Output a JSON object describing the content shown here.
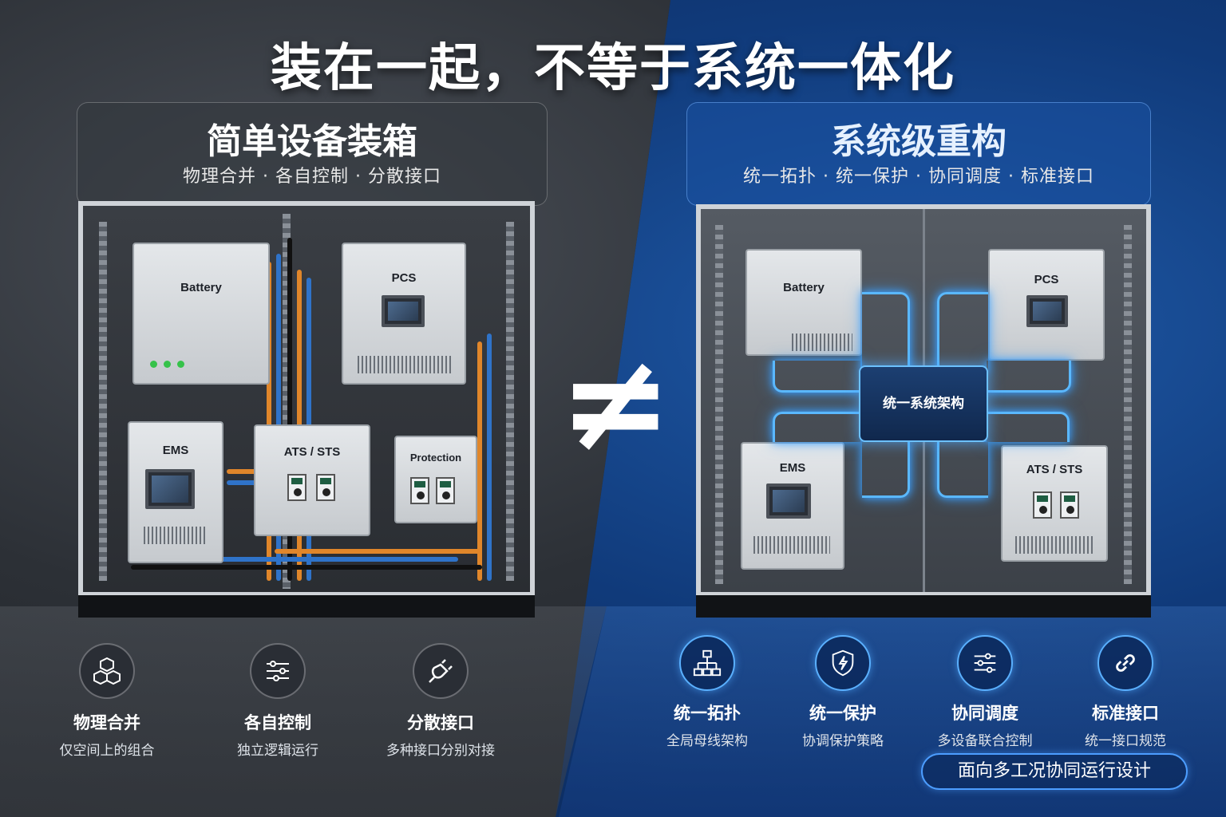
{
  "title": "装在一起，不等于系统一体化",
  "left": {
    "title": "简单设备装箱",
    "subtitle": "物理合并 · 各自控制 · 分散接口",
    "modules": {
      "battery": "Battery",
      "pcs": "PCS",
      "ems": "EMS",
      "ats": "ATS / STS",
      "protection": "Protection"
    },
    "features": [
      {
        "title": "物理合并",
        "desc": "仅空间上的组合",
        "icon": "cubes-icon"
      },
      {
        "title": "各自控制",
        "desc": "独立逻辑运行",
        "icon": "sliders-icon"
      },
      {
        "title": "分散接口",
        "desc": "多种接口分别对接",
        "icon": "plug-icon"
      }
    ]
  },
  "separator": "≠",
  "right": {
    "title": "系统级重构",
    "subtitle": "统一拓扑 · 统一保护 · 协同调度 · 标准接口",
    "core_label": "统一系统架构",
    "modules": {
      "battery": "Battery",
      "pcs": "PCS",
      "ems": "EMS",
      "ats": "ATS / STS"
    },
    "features": [
      {
        "title": "统一拓扑",
        "desc": "全局母线架构",
        "icon": "topology-icon"
      },
      {
        "title": "统一保护",
        "desc": "协调保护策略",
        "icon": "shield-icon"
      },
      {
        "title": "协同调度",
        "desc": "多设备联合控制",
        "icon": "sliders-icon"
      },
      {
        "title": "标准接口",
        "desc": "统一接口规范",
        "icon": "link-icon"
      }
    ],
    "badge": "面向多工况协同运行设计"
  },
  "colors": {
    "left_bg": "#2c3036",
    "right_bg": "#103a7a",
    "glow": "#5ab8ff",
    "wire_orange": "#e0862a",
    "wire_blue": "#2f73c9"
  }
}
